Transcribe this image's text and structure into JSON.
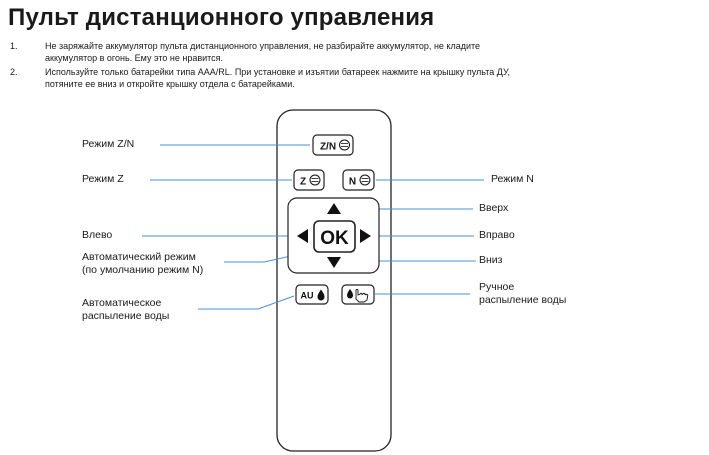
{
  "title": "Пульт дистанционного управления",
  "instructions": [
    {
      "num": "1.",
      "lines": [
        "Не заряжайте аккумулятор пульта дистанционного управления, не разбирайте аккумулятор, не кладите",
        "аккумулятор в огонь. Ему это не нравится."
      ]
    },
    {
      "num": "2.",
      "lines": [
        "Используйте только батарейки типа AAA/RL. При установке и изъятии батареек нажмите на крышку пульта ДУ,",
        "потяните ее вниз и откройте крышку отдела с батарейками."
      ]
    }
  ],
  "labels": {
    "mode_zn": "Режим Z/N",
    "mode_z": "Режим Z",
    "mode_n": "Режим N",
    "up": "Вверх",
    "left": "Влево",
    "right": "Вправо",
    "down": "Вниз",
    "auto_mode": [
      "Автоматический режим",
      "(по умолчанию режим N)"
    ],
    "auto_spray": [
      "Автоматическое",
      "распыление воды"
    ],
    "manual_spray": [
      "Ручное",
      "распыление воды"
    ]
  },
  "buttons": {
    "zn": "Z/N",
    "z": "Z",
    "n": "N",
    "ok": "OK",
    "au": "AU"
  }
}
